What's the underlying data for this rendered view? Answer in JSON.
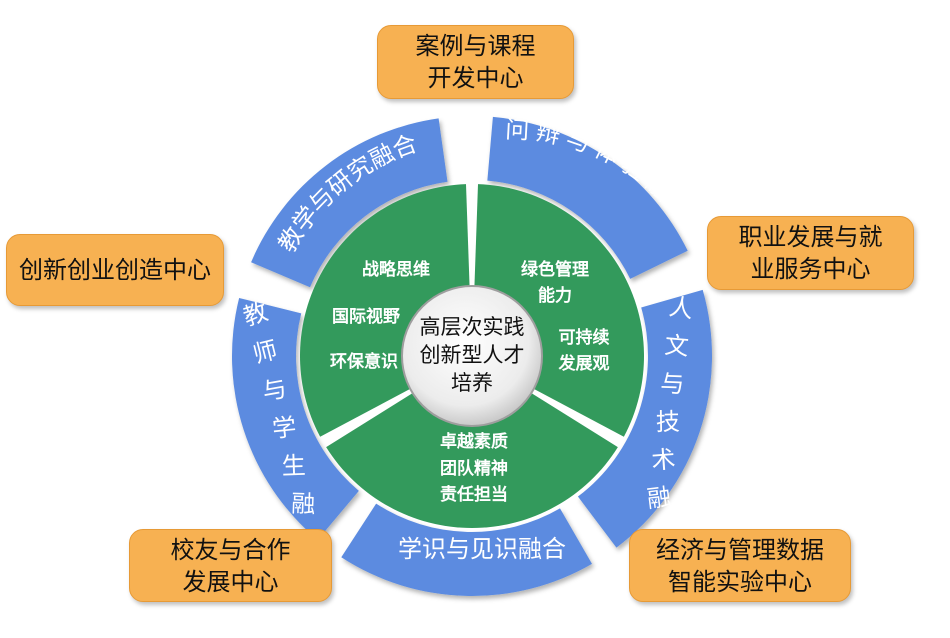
{
  "center": {
    "text": "高层次实践\n创新型人才\n培养"
  },
  "inner_sectors": {
    "left": [
      "战略思维",
      "国际视野",
      "环保意识"
    ],
    "right": [
      "绿色管理",
      "能力",
      "可持续",
      "发展观"
    ],
    "bottom": [
      "卓越素质",
      "团队精神",
      "责任担当"
    ]
  },
  "ring_segments": {
    "top_left": "教学与研究融合",
    "top_right": "问辩与体验融合",
    "right": "人文与技术融合",
    "bottom": "学识与见识融合",
    "left": "教师与学生融合"
  },
  "centers": {
    "top": "案例与课程\n开发中心",
    "left": "创新创业创造中心",
    "right": "职业发展与就\n业服务中心",
    "bottom_left": "校友与合作\n发展中心",
    "bottom_right": "经济与管理数据\n智能实验中心"
  },
  "colors": {
    "ring_blue": "#5b8be0",
    "sector_green": "#339a5c",
    "box_orange": "#f7b152",
    "center_gray": "#e8e8e8"
  }
}
